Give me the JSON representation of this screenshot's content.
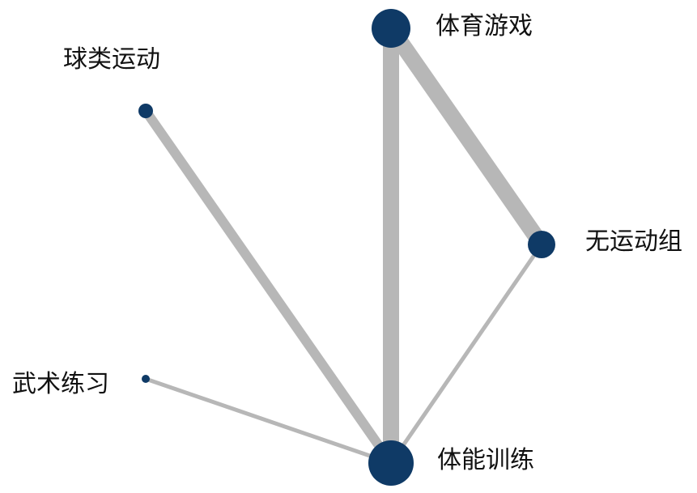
{
  "nodes": [
    {
      "id": "tiyu",
      "label": "体育游戏",
      "color": "#0f3a66"
    },
    {
      "id": "qiulei",
      "label": "球类运动",
      "color": "#0f3a66"
    },
    {
      "id": "wuyundong",
      "label": "无运动组",
      "color": "#0f3a66"
    },
    {
      "id": "wushu",
      "label": "武术练习",
      "color": "#0f3a66"
    },
    {
      "id": "tineng",
      "label": "体能训练",
      "color": "#0f3a66"
    }
  ],
  "edges": [
    {
      "from": "tiyu",
      "to": "tineng",
      "color": "#b7b7b7"
    },
    {
      "from": "tiyu",
      "to": "wuyundong",
      "color": "#b7b7b7"
    },
    {
      "from": "qiulei",
      "to": "tineng",
      "color": "#b7b7b7"
    },
    {
      "from": "wuyundong",
      "to": "tineng",
      "color": "#b7b7b7"
    },
    {
      "from": "wushu",
      "to": "tineng",
      "color": "#b7b7b7"
    }
  ]
}
